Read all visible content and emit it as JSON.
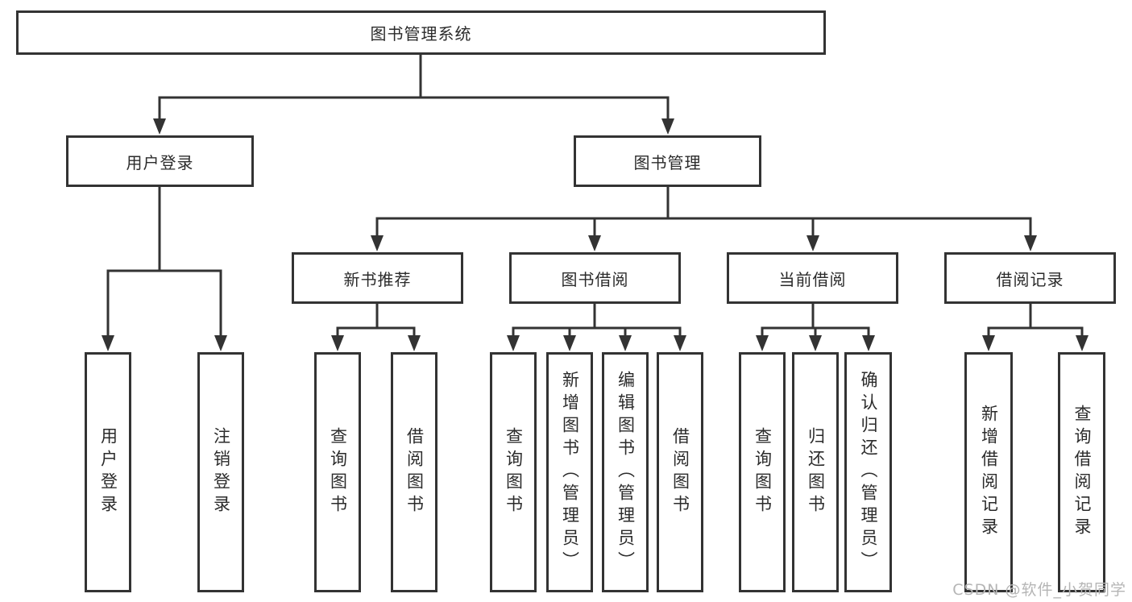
{
  "diagram": {
    "root": {
      "label": "图书管理系统"
    },
    "level2": [
      {
        "label": "用户登录"
      },
      {
        "label": "图书管理"
      }
    ],
    "level3": [
      {
        "label": "新书推荐",
        "parent": "图书管理"
      },
      {
        "label": "图书借阅",
        "parent": "图书管理"
      },
      {
        "label": "当前借阅",
        "parent": "图书管理"
      },
      {
        "label": "借阅记录",
        "parent": "图书管理"
      }
    ],
    "leaves": [
      {
        "label": "用户登录",
        "parent": "用户登录"
      },
      {
        "label": "注销登录",
        "parent": "用户登录"
      },
      {
        "label": "查询图书",
        "parent": "新书推荐"
      },
      {
        "label": "借阅图书",
        "parent": "新书推荐"
      },
      {
        "label": "查询图书",
        "parent": "图书借阅"
      },
      {
        "label": "新增图书（管理员）",
        "parent": "图书借阅"
      },
      {
        "label": "编辑图书（管理员）",
        "parent": "图书借阅"
      },
      {
        "label": "借阅图书",
        "parent": "图书借阅"
      },
      {
        "label": "查询图书",
        "parent": "当前借阅"
      },
      {
        "label": "归还图书",
        "parent": "当前借阅"
      },
      {
        "label": "确认归还（管理员）",
        "parent": "当前借阅"
      },
      {
        "label": "新增借阅记录",
        "parent": "借阅记录"
      },
      {
        "label": "查询借阅记录",
        "parent": "借阅记录"
      }
    ]
  },
  "watermark": "CSDN @软件_小贺同学",
  "colors": {
    "line": "#333333",
    "box_border": "#333333",
    "box_fill": "#ffffff",
    "text": "#2b2b2b",
    "watermark": "#b5b5b5"
  }
}
